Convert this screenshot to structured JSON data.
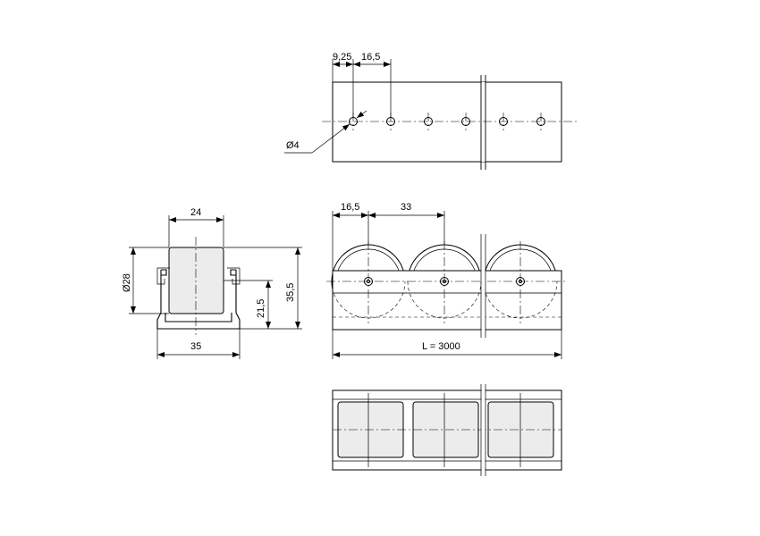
{
  "drawing": {
    "dimensions": {
      "hole_offset": "9,25",
      "hole_pitch": "16,5",
      "hole_diameter": "Ø4",
      "roller_offset": "16,5",
      "roller_pitch": "33",
      "length": "L = 3000",
      "roller_width": "24",
      "roller_diameter": "Ø28",
      "profile_width": "35",
      "axle_height": "21,5",
      "total_height": "35,5"
    }
  }
}
